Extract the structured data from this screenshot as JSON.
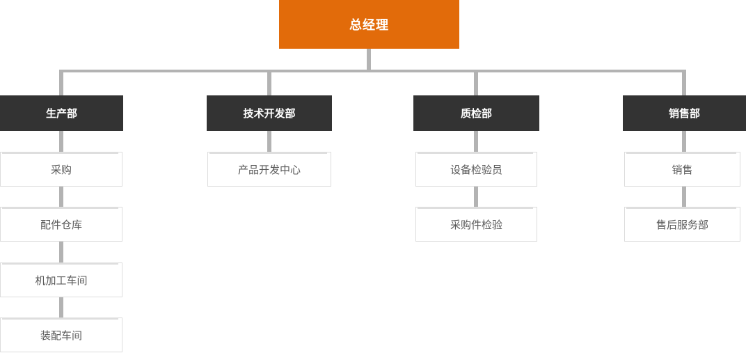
{
  "page": {
    "background": "#FFFFFF"
  },
  "org_chart": {
    "root": {
      "label": "总经理"
    },
    "departments": [
      {
        "label": "生产部",
        "units": [
          {
            "label": "采购"
          },
          {
            "label": "配件仓库"
          },
          {
            "label": "机加工车间"
          },
          {
            "label": "装配车间"
          }
        ]
      },
      {
        "label": "技术开发部",
        "units": [
          {
            "label": "产品开发中心"
          }
        ]
      },
      {
        "label": "质检部",
        "units": [
          {
            "label": "设备检验员"
          },
          {
            "label": "采购件检验"
          }
        ]
      },
      {
        "label": "销售部",
        "units": [
          {
            "label": "销售"
          },
          {
            "label": "售后服务部"
          }
        ]
      }
    ],
    "colors": {
      "page_bg": "#FFFFFF",
      "root_bg": "#E26B0A",
      "root_text": "#FFFFFF",
      "department_bg": "#333333",
      "department_text": "#FFFFFF",
      "unit_bg": "#FFFFFF",
      "unit_border": "#DCDCDC",
      "unit_text": "#595959",
      "connector": "#B3B3B3"
    }
  }
}
